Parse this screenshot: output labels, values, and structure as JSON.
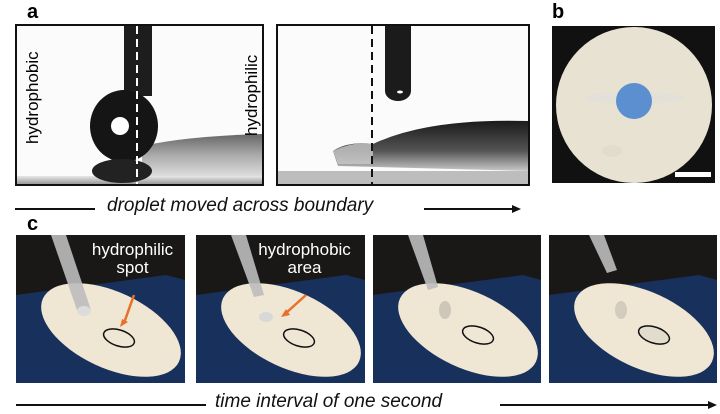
{
  "labels": {
    "a": "a",
    "b": "b",
    "c": "c"
  },
  "panel_a": {
    "left_frame": {
      "left_text": "hydrophobic",
      "right_text": "hydrophilic"
    },
    "caption": "droplet moved across boundary"
  },
  "panel_b": {
    "disc_color": "#e8e2d2",
    "spot_color": "#5b8fcf",
    "background": "#111111"
  },
  "panel_c": {
    "frames": [
      {
        "annotation": "hydrophilic\nspot"
      },
      {
        "annotation": "hydrophobic\narea"
      },
      {
        "annotation": ""
      },
      {
        "annotation": ""
      }
    ],
    "caption": "time interval of one second",
    "arrow_color": "#e8702a"
  }
}
